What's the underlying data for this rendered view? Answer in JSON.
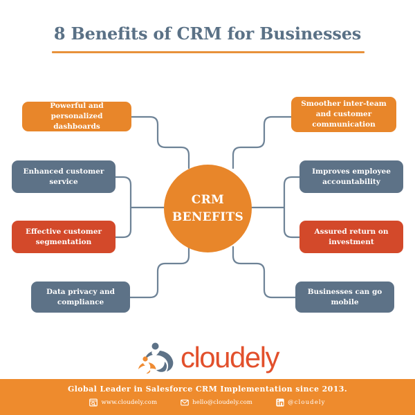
{
  "header": {
    "title": "8 Benefits of CRM for Businesses",
    "rule_color": "#e8913a",
    "title_color": "#5a7186"
  },
  "center": {
    "line1": "CRM",
    "line2": "BENEFITS",
    "color": "#e8862a"
  },
  "palette": {
    "orange": "#e8862a",
    "slate": "#5d7287",
    "red": "#d3492a",
    "connector": "#6d8296",
    "footer_bg": "#ee8b2d"
  },
  "benefits": {
    "left": [
      {
        "id": "dashboards",
        "label": "Powerful and personalized dashboards",
        "color": "orange"
      },
      {
        "id": "service",
        "label": "Enhanced customer service",
        "color": "slate"
      },
      {
        "id": "segmentation",
        "label": "Effective customer segmentation",
        "color": "red"
      },
      {
        "id": "privacy",
        "label": "Data privacy and compliance",
        "color": "slate"
      }
    ],
    "right": [
      {
        "id": "communication",
        "label": "Smoother inter-team and customer communication",
        "color": "orange"
      },
      {
        "id": "accountability",
        "label": "Improves employee accountability",
        "color": "slate"
      },
      {
        "id": "return",
        "label": "Assured return on investment",
        "color": "red"
      },
      {
        "id": "mobile",
        "label": "Businesses can go mobile",
        "color": "slate"
      }
    ]
  },
  "logo": {
    "wordmark": "cloudely",
    "mark_name": "cloudely-figures-mark",
    "word_color": "#e2502c",
    "figure_blue": "#5d7287",
    "figure_orange": "#ef8b33"
  },
  "footer": {
    "tagline": "Global Leader in Salesforce CRM Implementation since 2013.",
    "contacts": [
      {
        "icon": "browser-search-icon",
        "label": "www.cloudely.com"
      },
      {
        "icon": "envelope-icon",
        "label": "hello@cloudely.com"
      },
      {
        "icon": "linkedin-icon",
        "label": "@cloudely"
      }
    ]
  }
}
